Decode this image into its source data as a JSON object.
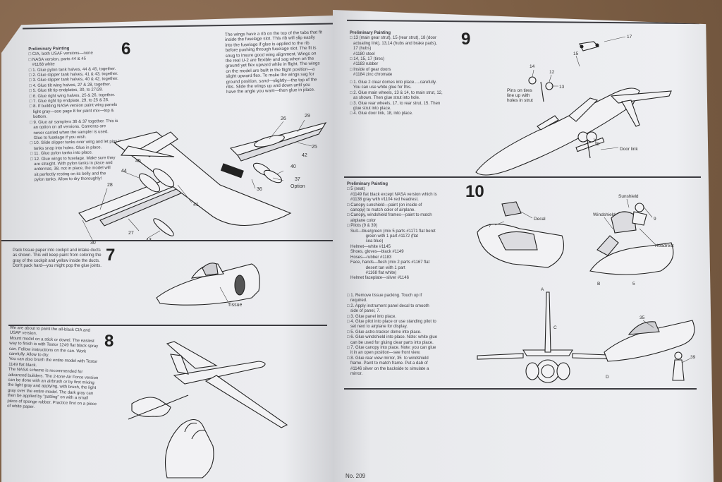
{
  "left_page": {
    "step6": {
      "number": "6",
      "heading": "Preliminary Painting",
      "list": [
        "□ CIA, both USAF versions—none",
        "□ NASA version, parts 44 & 45",
        "   #1168 white",
        "",
        "□ 1. Glue pylon tank halves, 44 & 45, together.",
        "□ 2. Glue slipper tank halves, 41 & 43, together.",
        "□ 3. Glue slipper tank halves, 40 & 42, together.",
        "□ 4. Glue tilt wing halves, 27 & 28, together.",
        "□ 5. Glue tilt tip endplates, 30, to 27/28.",
        "□ 6. Glue right wing halves, 25 & 26, together.",
        "□ 7. Glue right tip endplate, 29, to 25 & 26.",
        "□ 8. If building NASA version paint wing panels",
        "   light gray—see page 8 for paint mix—top &",
        "   bottom.",
        "□ 9. Glue air samplers 36 & 37 together. This is",
        "   an option on all versions. Cameras are",
        "   never carried when the sampler is used.",
        "   Glue to fuselage if you wish.",
        "□ 10. Slide slipper tanks over wing and let pins in",
        "   tanks snap into holes. Glue in place.",
        "□ 11. Glue pylon tanks into place.",
        "□ 12. Glue wings to fuselage. Make sure they",
        "   are straight. With pylon tanks in place and",
        "   antennas, 38, not in place, the model will",
        "   sit perfectly resting on its belly and the",
        "   pylon tanks. Allow to dry thoroughly!"
      ],
      "side_text": [
        "The wings have a rib on the top of the tabs that fit",
        "inside the fuselage slot. This rib will slip easily",
        "into the fuselage if glue is applied to the rib",
        "before pushing through fuselage slot. The fit is",
        "snug to insure good wing alignment. Wings on",
        "the real U-2 are flexible and sag when on the",
        "ground yet flex upward while in flight. The wings",
        "on the model are built in the flight position—a",
        "slight upward flex. To make the wings sag for",
        "ground position, sand—slightly—the top of the",
        "ribs. Slide the wings up and down until you",
        "have the angle you want—then glue in place."
      ],
      "labels": [
        "26",
        "29",
        "25",
        "42",
        "40",
        "37",
        "Option",
        "36",
        "45",
        "44",
        "28",
        "41",
        "27",
        "43",
        "30"
      ]
    },
    "step7": {
      "number": "7",
      "text": [
        "Pack tissue paper into cockpit and intake ducts",
        "as shown. This will keep paint from coloring the",
        "gray of the cockpit and yellow inside the ducts.",
        "Don't pack hard—you might pop the glue joints."
      ],
      "tissue_label": "Tissue"
    },
    "step8": {
      "number": "8",
      "text": [
        "We are about to paint the all-black CIA and",
        "USAF version.",
        "",
        "Mount model on a stick or dowel. The easiest",
        "way to finish is with Testor 1249 flat black spray",
        "can. Follow instructions on the can. Work",
        "carefully. Allow to dry.",
        "",
        "You can also brush the entire model with Testor",
        "1149 flat black.",
        "",
        "The NASA scheme is recommended for",
        "advanced builders. The 2-tone Air Force version",
        "can be done with an airbrush or by first mixing",
        "the light gray and applying, with brush, the light",
        "gray over the entire model. The dark gray can",
        "then be applied by \"patting\" on with a small",
        "piece of sponge rubber. Practice first on a piece",
        "of white paper."
      ]
    }
  },
  "right_page": {
    "step9": {
      "number": "9",
      "heading": "Preliminary Painting",
      "paint_list": [
        "□ 13 (main gear strut), 15 (rear strut), 18 (door",
        "   actuating link), 13,14 (hubs and brake pads),",
        "   17 (hubs)",
        "   #1180 steel",
        "□ 14, 15, 17 (tires)",
        "   #1183 rubber",
        "□ Inside of gear doors",
        "   #1184 zinc chromate"
      ],
      "steps": [
        "□ 1. Glue 2 clear domes into place.....carefully.",
        "   You can use white glue for this.",
        "□ 2. Glue main wheels, 13 & 14, to main strut, 12,",
        "   as shown. Then glue strut into hole.",
        "□ 3. Glue rear wheels, 17, to rear strut, 15. Then",
        "   glue strut into place.",
        "□ 4. Glue door link, 18, into place."
      ],
      "labels": [
        "17",
        "14",
        "12",
        "13",
        "15",
        "Pins on tires",
        "line up with",
        "holes in strut",
        "18",
        "Door link"
      ]
    },
    "step10": {
      "number": "10",
      "heading": "Preliminary Painting",
      "paint_list": [
        "□ 5 (seat)",
        "   #1149 flat black except NASA version which is",
        "   #1138 gray with #1104 red headrest.",
        "□ Canopy sunshield—paint (on inside of",
        "   canopy) to match color of airplane.",
        "□ Canopy, windshield frames—paint to match",
        "   airplane color",
        "□ Pilots (9 & 39)",
        "   Suit—blue/green (mix 5 parts #1171 flat beret",
        "                green with 1 part #1172 (flat",
        "                sea blue)",
        "   Helmet—white #1145",
        "   Shoes, gloves—black #1149",
        "   Hoses—rubber #1183",
        "   Face, hands—flesh (mix 2 parts #1167 flat",
        "                desert tan with 1 part",
        "                #1168 flat white)",
        "   Helmet faceplate—silver #1146"
      ],
      "steps": [
        "□ 1. Remove tissue packing. Touch up if",
        "   required.",
        "□ 2. Apply instrument panel decal to smooth",
        "   side of panel, 7.",
        "□ 3. Glue panel into place.",
        "□ 4. Glue pilot into place or use standing pilot to",
        "   set next to airplane for display.",
        "□ 5. Glue astro-tracker dome into place.",
        "□ 6. Glue windshield into place. Note: white glue",
        "   can be used for gluing clear parts into place.",
        "□ 7. Glue canopy into place. Note: you can glue",
        "   it in an open position—see front view.",
        "□ 8. Glue rear view mirror, 35  to windshield",
        "   frame. Paint to match frame. Put a dab of",
        "   #1146 silver on the backside to simulate a",
        "   mirror."
      ],
      "labels": [
        "7",
        "Decal",
        "A",
        "Sunshield",
        "Windshield",
        "9",
        "Headrest",
        "B",
        "5",
        "C",
        "35",
        "39",
        "D"
      ]
    },
    "page_number": "No. 209"
  }
}
